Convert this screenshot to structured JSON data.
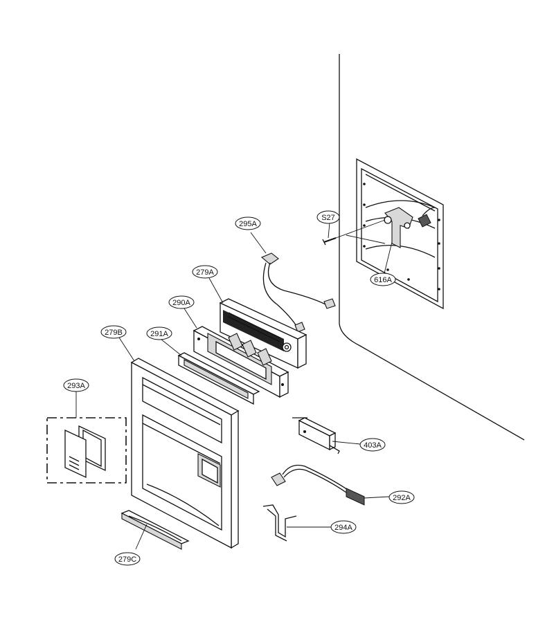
{
  "labels": {
    "p295A": "295A",
    "pS27": "S27",
    "p279A": "279A",
    "p290A": "290A",
    "p616A": "616A",
    "p279B": "279B",
    "p291A": "291A",
    "p293A": "293A",
    "p403A": "403A",
    "p292A": "292A",
    "p294A": "294A",
    "p279C": "279C"
  }
}
